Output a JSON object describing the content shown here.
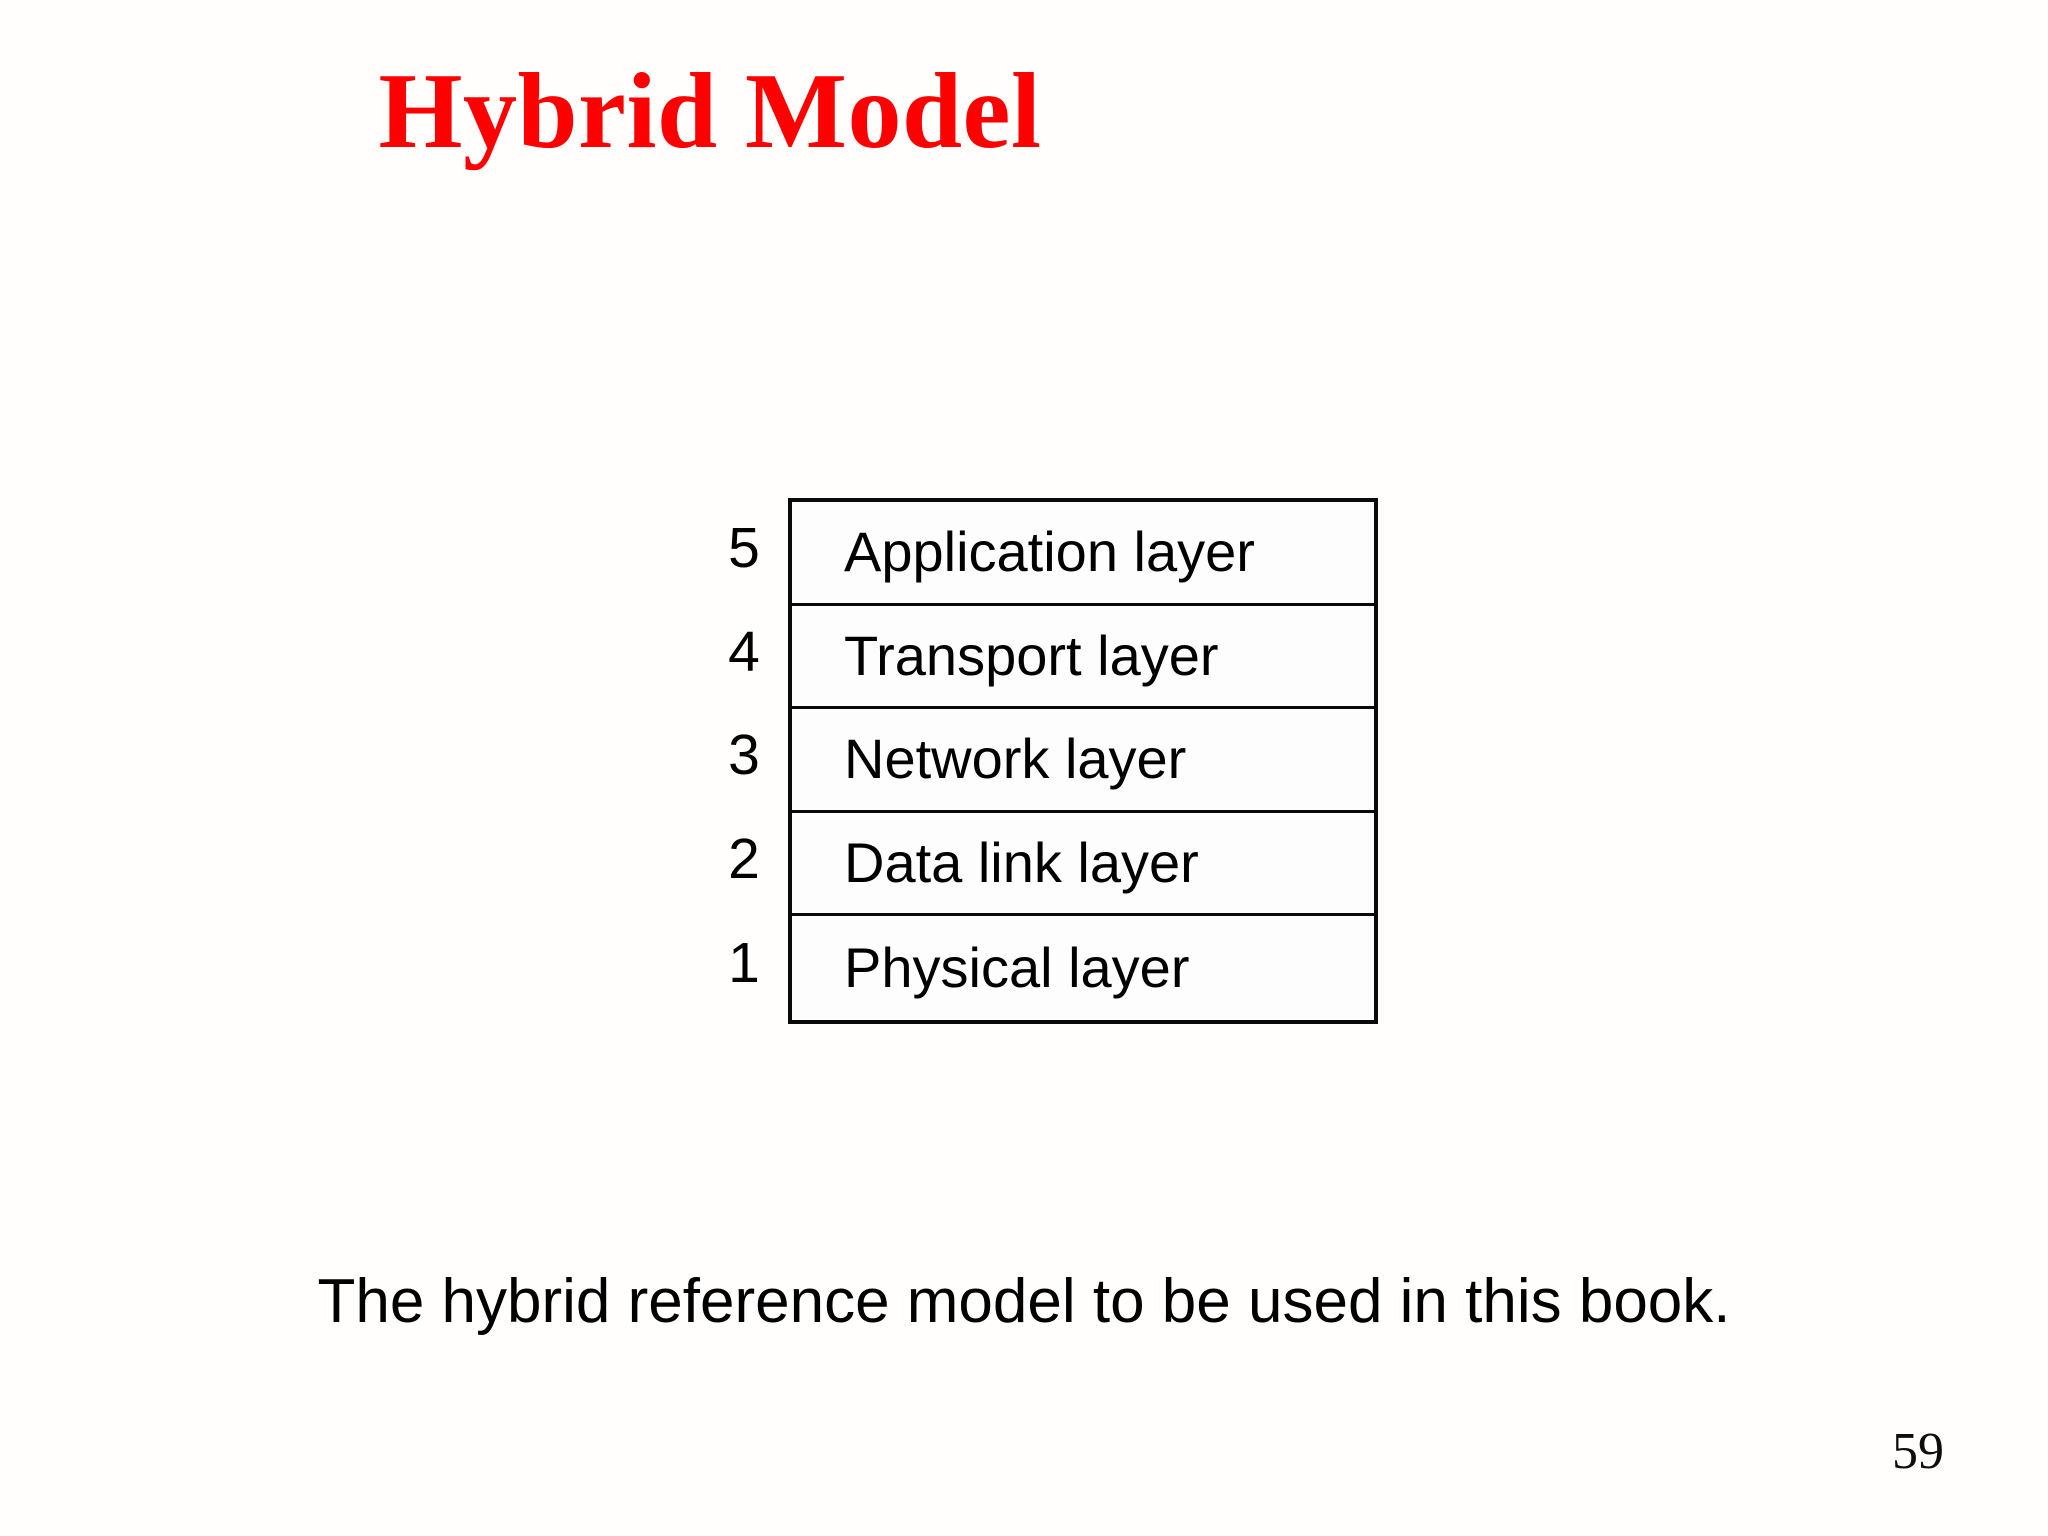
{
  "slide": {
    "title": "Hybrid Model",
    "title_color": "#fd0000",
    "background_color": "#ffffff",
    "page_number": "59",
    "caption": "The hybrid reference model to be used in this book."
  },
  "diagram": {
    "name": "hybrid-reference-model-layer-stack",
    "border_color": "#0a0a0a",
    "fill_color": "#fdfdfd",
    "text_color": "#000000",
    "layers": [
      {
        "number": "5",
        "label": "Application layer"
      },
      {
        "number": "4",
        "label": "Transport layer"
      },
      {
        "number": "3",
        "label": "Network layer"
      },
      {
        "number": "2",
        "label": "Data link layer"
      },
      {
        "number": "1",
        "label": "Physical layer"
      }
    ]
  }
}
